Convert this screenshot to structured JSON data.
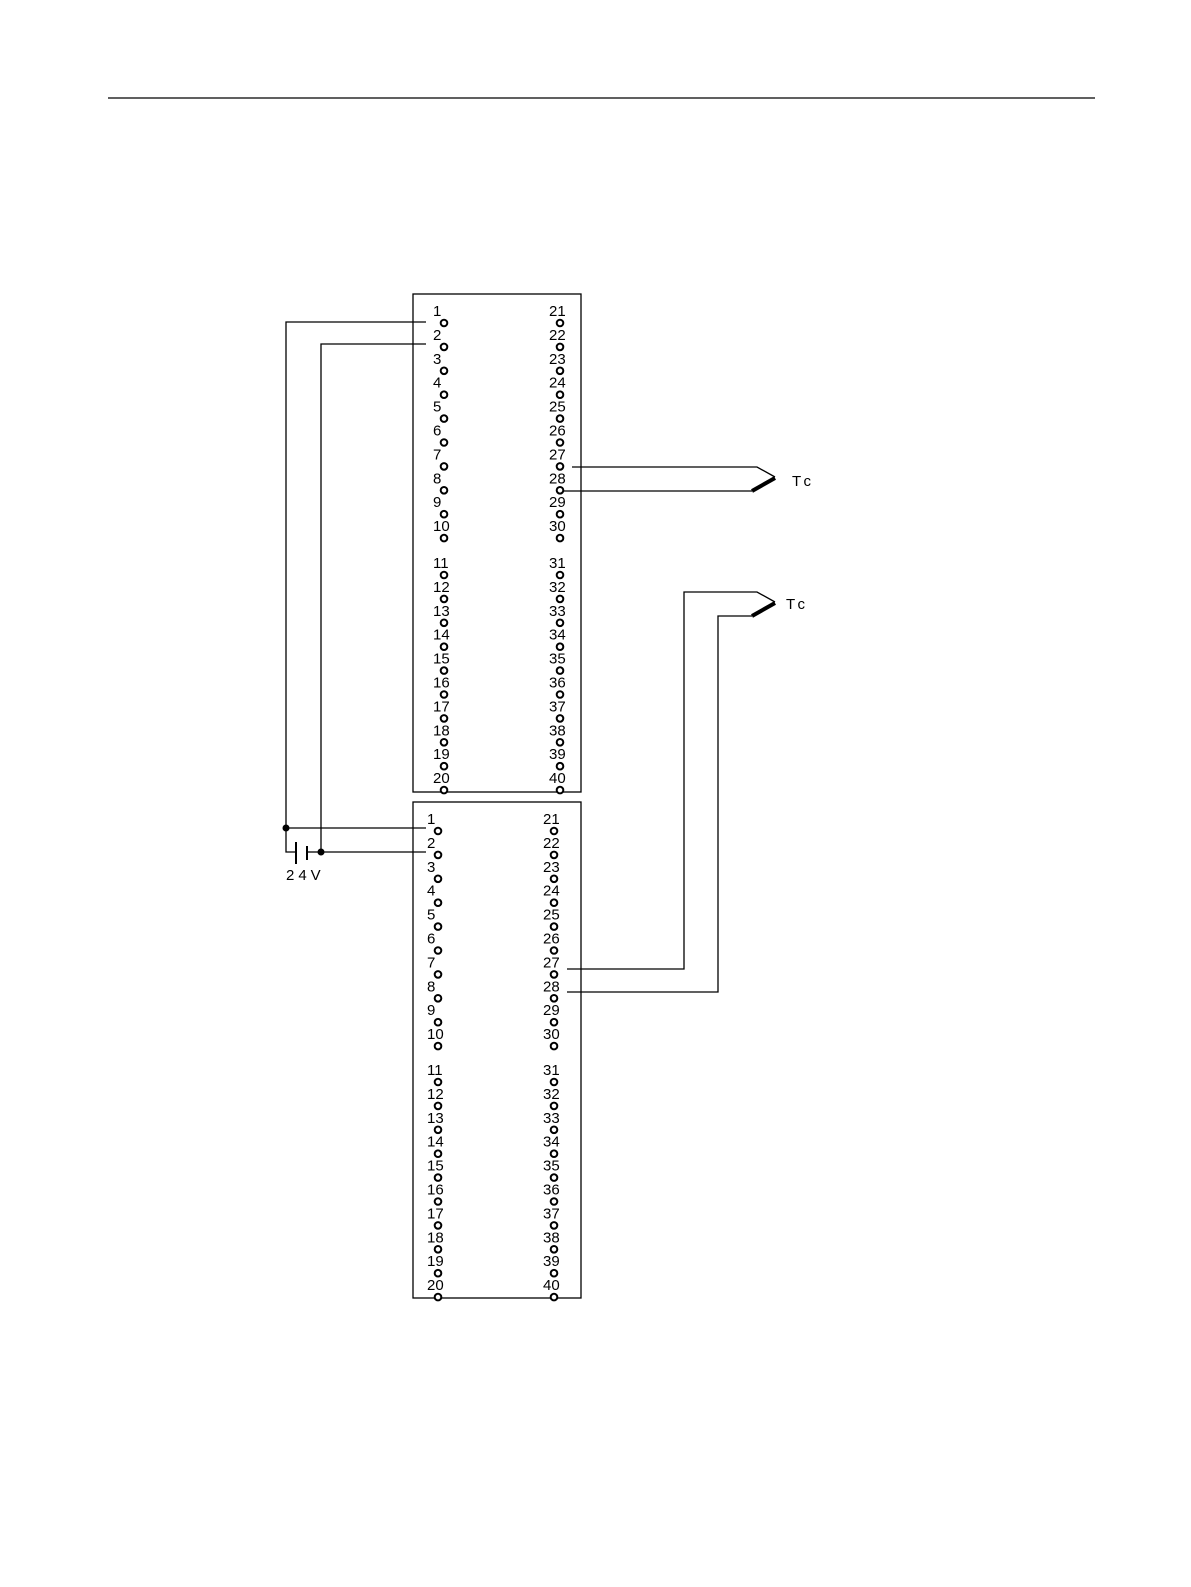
{
  "blocks": [
    {
      "left_pins": [
        "1",
        "2",
        "3",
        "4",
        "5",
        "6",
        "7",
        "8",
        "9",
        "10",
        "11",
        "12",
        "13",
        "14",
        "15",
        "16",
        "17",
        "18",
        "19",
        "20"
      ],
      "right_pins": [
        "21",
        "22",
        "23",
        "24",
        "25",
        "26",
        "27",
        "28",
        "29",
        "30",
        "31",
        "32",
        "33",
        "34",
        "35",
        "36",
        "37",
        "38",
        "39",
        "40"
      ]
    },
    {
      "left_pins": [
        "1",
        "2",
        "3",
        "4",
        "5",
        "6",
        "7",
        "8",
        "9",
        "10",
        "11",
        "12",
        "13",
        "14",
        "15",
        "16",
        "17",
        "18",
        "19",
        "20"
      ],
      "right_pins": [
        "21",
        "22",
        "23",
        "24",
        "25",
        "26",
        "27",
        "28",
        "29",
        "30",
        "31",
        "32",
        "33",
        "34",
        "35",
        "36",
        "37",
        "38",
        "39",
        "40"
      ]
    }
  ],
  "thermocouples": [
    "Tc",
    "Tc"
  ],
  "supply": "24V"
}
